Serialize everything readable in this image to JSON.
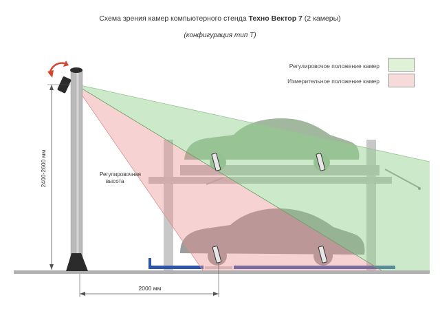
{
  "title": {
    "prefix": "Схема зрения камер компьютерного стенда ",
    "bold": "Техно Вектор 7",
    "suffix": " (2 камеры)"
  },
  "subtitle": "(конфигурация тип Т)",
  "legend": {
    "adjust_label": "Регулировочое положение камер",
    "measure_label": "Измерительное положение камер",
    "adjust_color": "#dff2d8",
    "measure_color": "#f7dada"
  },
  "dimensions": {
    "height_label": "2400-2600 мм",
    "distance_label": "2000 мм",
    "adjust_height_line1": "Регулировочная",
    "adjust_height_line2": "высота"
  },
  "colors": {
    "green_fill": "#a9d9a0",
    "red_fill": "#eba7a7",
    "car": "#8fa98c",
    "lift": "#c4c4c4",
    "pillar": "#b9b9b9",
    "rail": "#2f55a8"
  }
}
